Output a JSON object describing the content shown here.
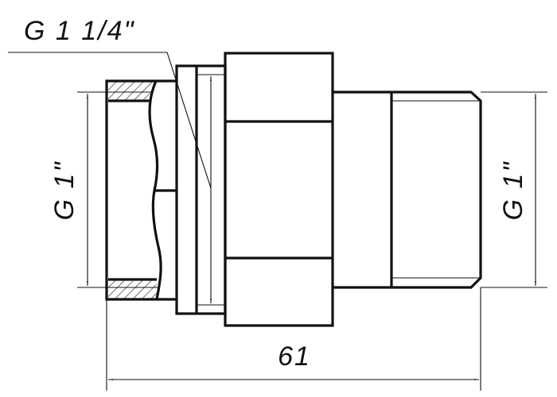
{
  "drawing": {
    "leader_label": "G 1 1/4\"",
    "left_thread_label": "G 1\"",
    "right_thread_label": "G 1\"",
    "overall_length_label": "61",
    "line_color": "#111111"
  }
}
